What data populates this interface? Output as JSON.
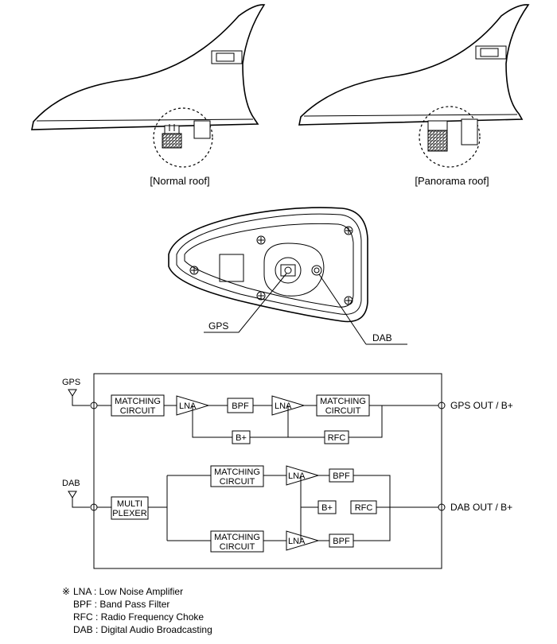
{
  "captions": {
    "normal_roof": "[Normal roof]",
    "panorama_roof": "[Panorama roof]"
  },
  "callouts": {
    "gps": "GPS",
    "dab": "DAB"
  },
  "block_diagram": {
    "gps_input": "GPS",
    "dab_input": "DAB",
    "gps_output": "GPS OUT / B+",
    "dab_output": "DAB OUT / B+",
    "matching_circuit_line1": "MATCHING",
    "matching_circuit_line2": "CIRCUIT",
    "lna": "LNA",
    "bpf": "BPF",
    "bplus": "B+",
    "rfc": "RFC",
    "multiplexer_line1": "MULTI",
    "multiplexer_line2": "PLEXER"
  },
  "legend": {
    "mark": "※",
    "items": [
      "LNA : Low Noise Amplifier",
      "BPF : Band Pass Filter",
      "RFC : Radio Frequency Choke",
      "DAB : Digital Audio Broadcasting"
    ]
  }
}
